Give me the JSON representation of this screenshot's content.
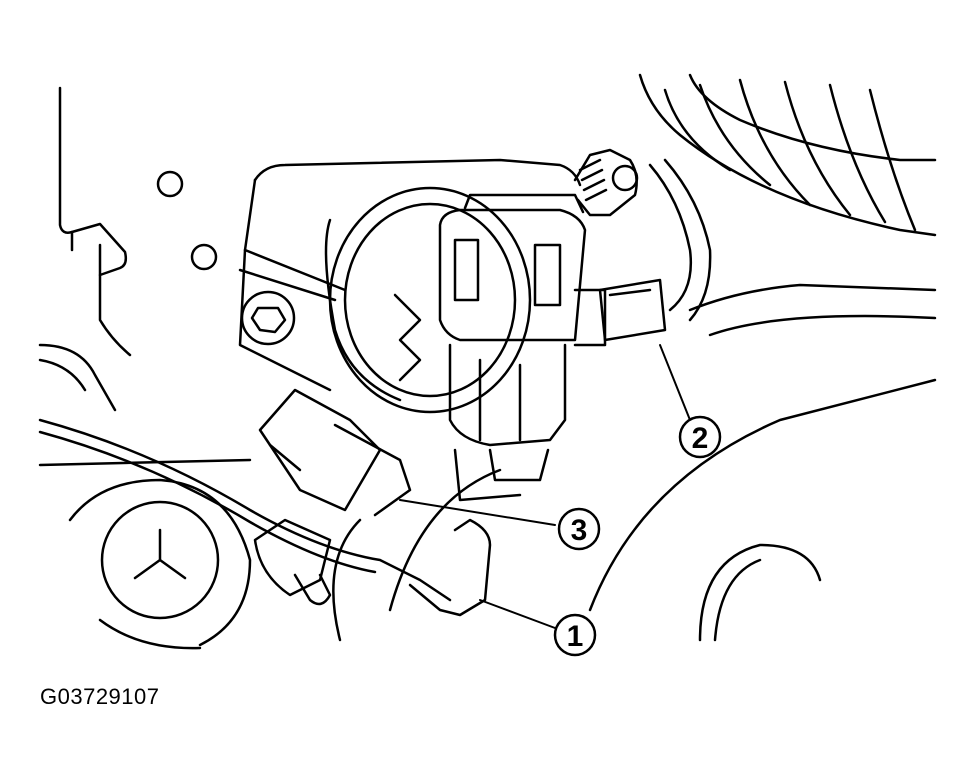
{
  "figure_id": "G03729107",
  "callouts": [
    {
      "number": "1"
    },
    {
      "number": "2"
    },
    {
      "number": "3"
    }
  ],
  "colors": {
    "line": "#000000",
    "background": "#ffffff"
  }
}
